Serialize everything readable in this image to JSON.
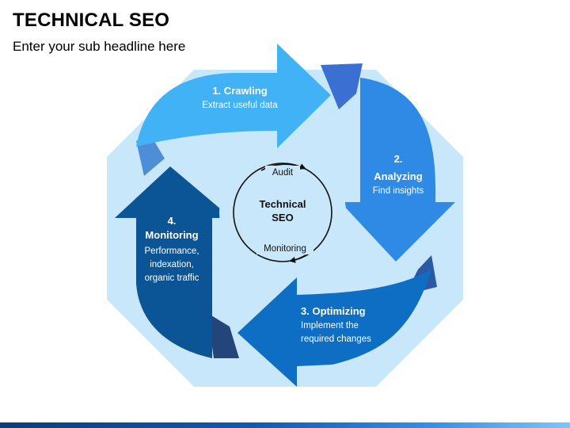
{
  "header": {
    "title": "TECHNICAL SEO",
    "subtitle": "Enter your sub headline here"
  },
  "center": {
    "title_line1": "Technical",
    "title_line2": "SEO",
    "top_label": "Audit",
    "bottom_label": "Monitoring"
  },
  "steps": [
    {
      "title": "1. Crawling",
      "desc": "Extract useful data",
      "color": "#41b2f5"
    },
    {
      "title_line1": "2.",
      "title_line2": "Analyzing",
      "desc": "Find insights",
      "color": "#2f8ae6"
    },
    {
      "title": "3. Optimizing",
      "desc_line1": "Implement the",
      "desc_line2": "required changes",
      "color": "#0d6ec4"
    },
    {
      "title_line1": "4.",
      "title_line2": "Monitoring",
      "desc_line1": "Performance,",
      "desc_line2": "indexation,",
      "desc_line3": "organic traffic",
      "color": "#0b5596"
    }
  ],
  "colors": {
    "octagon": "#c9e7fb",
    "arrow_1": "#41b2f5",
    "arrow_2": "#2f8ae6",
    "arrow_3": "#0d6ec4",
    "arrow_4": "#0b5596",
    "center_bg": "#b9e0fb"
  }
}
